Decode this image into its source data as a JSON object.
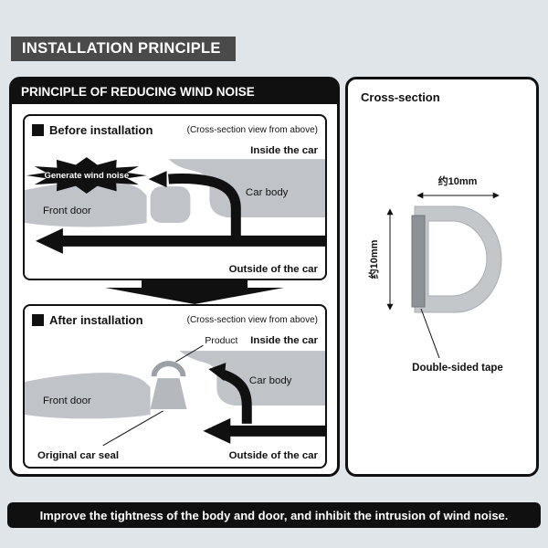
{
  "colors": {
    "page_bg": "#dfe5e9",
    "banner_bg": "#4a4a4a",
    "panel_bg": "#ffffff",
    "ink": "#101010",
    "shape_gray": "#c0c4c8",
    "tape_gray": "#8e9296"
  },
  "banner": {
    "title": "INSTALLATION PRINCIPLE"
  },
  "left_panel": {
    "title": "PRINCIPLE OF REDUCING WIND NOISE",
    "before": {
      "heading": "Before installation",
      "view_note": "(Cross-section view from above)",
      "labels": {
        "inside": "Inside the car",
        "car_body": "Car body",
        "front_door": "Front door",
        "wind_noise": "Generate wind noise",
        "outside": "Outside of the car"
      }
    },
    "after": {
      "heading": "After installation",
      "view_note": "(Cross-section view from above)",
      "labels": {
        "product": "Product",
        "inside": "Inside the car",
        "car_body": "Car body",
        "front_door": "Front door",
        "original_seal": "Original car seal",
        "outside": "Outside of the car"
      }
    }
  },
  "right_panel": {
    "title": "Cross-section",
    "dimensions": {
      "width": "约10mm",
      "height": "约10mm"
    },
    "tape_label": "Double-sided tape"
  },
  "footer": {
    "text": "Improve the tightness of the body and door, and inhibit the intrusion of wind noise."
  }
}
